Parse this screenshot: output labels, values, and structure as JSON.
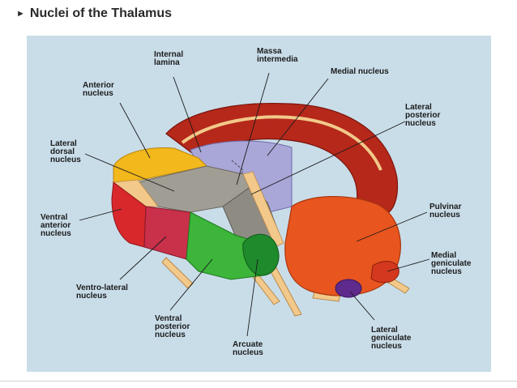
{
  "title": "Nuclei of the Thalamus",
  "labels": {
    "internal_lamina": [
      "Internal",
      "lamina"
    ],
    "massa_intermedia": [
      "Massa",
      "intermedia"
    ],
    "medial_nucleus": [
      "Medial nucleus"
    ],
    "anterior_nucleus": [
      "Anterior",
      "nucleus"
    ],
    "lateral_posterior_nucleus": [
      "Lateral",
      "posterior",
      "nucleus"
    ],
    "lateral_dorsal_nucleus": [
      "Lateral",
      "dorsal",
      "nucleus"
    ],
    "ventral_anterior_nucleus": [
      "Ventral",
      "anterior",
      "nucleus"
    ],
    "pulvinar_nucleus": [
      "Pulvinar",
      "nucleus"
    ],
    "medial_geniculate_nucleus": [
      "Medial",
      "geniculate",
      "nucleus"
    ],
    "ventro_lateral_nucleus": [
      "Ventro-lateral",
      "nucleus"
    ],
    "ventral_posterior_nucleus": [
      "Ventral",
      "posterior",
      "nucleus"
    ],
    "arcuate_nucleus": [
      "Arcuate",
      "nucleus"
    ],
    "lateral_geniculate_nucleus": [
      "Lateral",
      "geniculate",
      "nucleus"
    ]
  },
  "colors": {
    "panel": "#c9dde9",
    "medial_arch": "#b5281a",
    "pulvinar": "#e8551f",
    "anterior": "#f2b81c",
    "lateral_dorsal": "#a09d94",
    "lateral_posterior": "#8e8b83",
    "medial_face": "#a9a6d8",
    "ventral_anterior": "#d8282c",
    "ventro_lateral": "#c9304a",
    "ventral_posterior": "#3cb53a",
    "arcuate": "#1f8a2c",
    "lateral_geniculate": "#5e2a8c",
    "medial_geniculate": "#d4381e",
    "lamina": "#f2c98a"
  }
}
